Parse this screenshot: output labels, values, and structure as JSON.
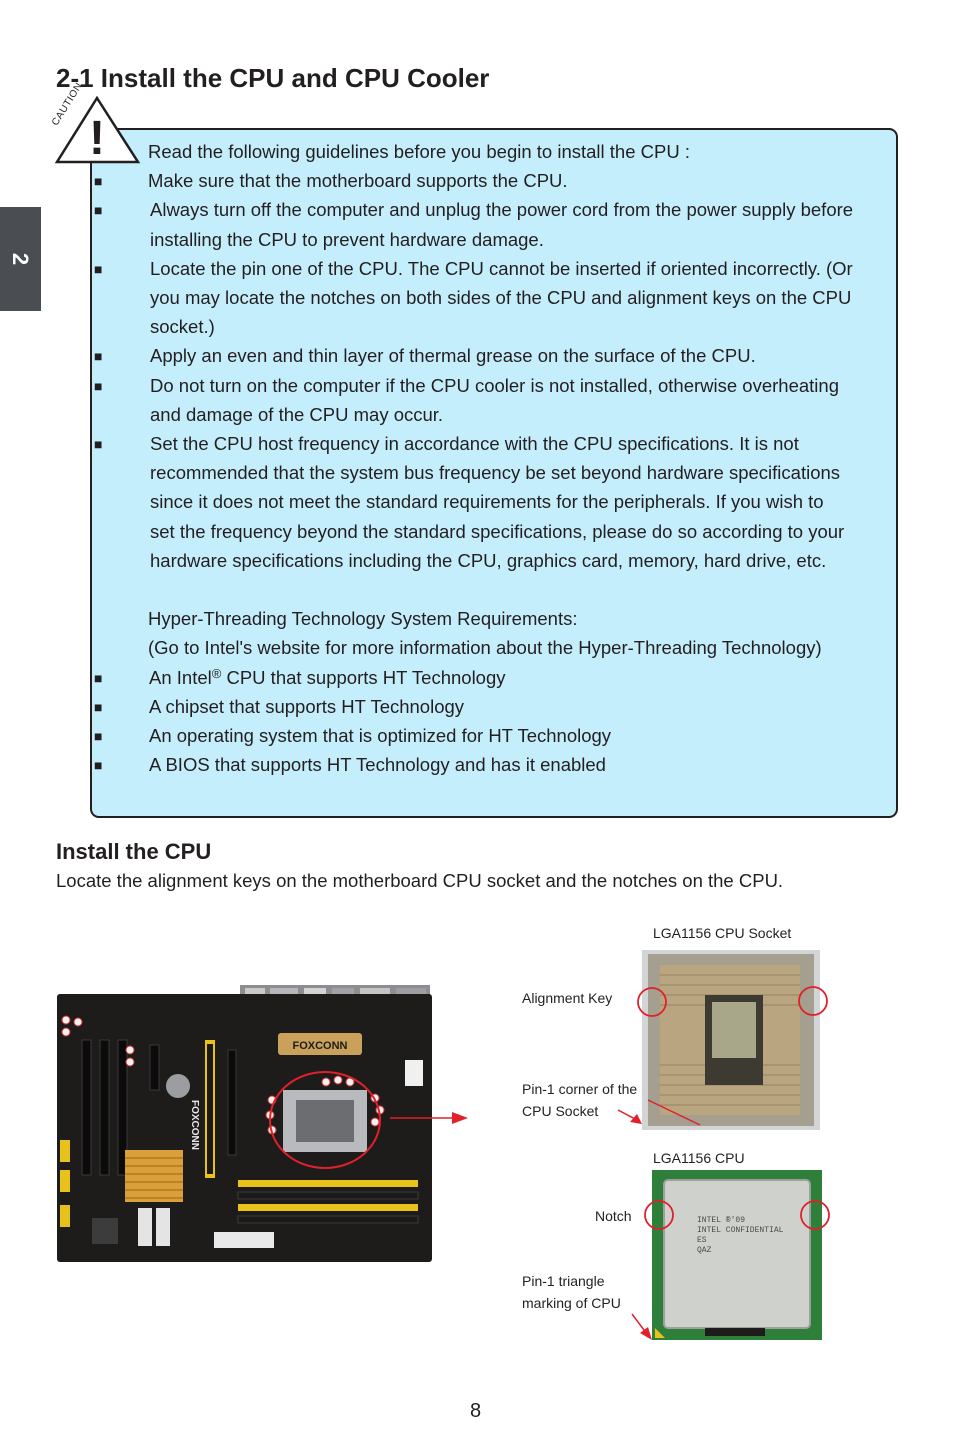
{
  "chapter_tab": "2",
  "title": "2-1 Install the CPU and CPU Cooler",
  "caution": {
    "icon_word": "CAUTION",
    "intro": "Read the following guidelines before you begin to install the CPU :",
    "bullet_mark": "■",
    "guidelines": [
      {
        "lines": [
          "Make sure that the motherboard supports the CPU."
        ]
      },
      {
        "lines": [
          "Always turn off the computer and unplug the power cord from the power supply before",
          "installing the CPU to prevent hardware damage."
        ]
      },
      {
        "lines": [
          "Locate the pin one of the CPU. The CPU cannot be inserted if oriented incorrectly. (Or",
          "you may locate the notches on both sides of the CPU and alignment keys on the CPU",
          "socket.)"
        ]
      },
      {
        "lines": [
          "Apply an even and thin layer of thermal grease on the surface of the CPU."
        ]
      },
      {
        "lines": [
          "Do not turn on the computer if the CPU cooler is not installed, otherwise overheating",
          "and damage of the CPU may occur."
        ]
      },
      {
        "lines": [
          "Set the CPU host frequency in accordance with the CPU specifications. It is not",
          "recommended that the system bus frequency be set beyond hardware specifications",
          "since it does not meet the standard requirements for the peripherals. If you wish to",
          "set the frequency beyond the standard specifications, please do so according to your",
          "hardware specifications including the CPU, graphics card, memory, hard drive, etc."
        ]
      }
    ],
    "ht_heading": "Hyper-Threading Technology System Requirements:",
    "ht_note": "(Go to Intel's website for more information about the Hyper-Threading Technology)",
    "ht_items": [
      {
        "pre": "An Intel",
        "sup": "®",
        "post": " CPU that supports HT Technology"
      },
      {
        "pre": "A chipset that supports HT Technology",
        "sup": "",
        "post": ""
      },
      {
        "pre": "An operating system that is optimized for HT Technology",
        "sup": "",
        "post": ""
      },
      {
        "pre": "A BIOS that supports HT Technology and has it enabled",
        "sup": "",
        "post": ""
      }
    ]
  },
  "install": {
    "heading": "Install the CPU",
    "text": "Locate the alignment keys on the motherboard CPU socket and the notches on the CPU."
  },
  "figure": {
    "board_brand": "FOXCONN",
    "socket_label": "LGA1156 CPU Socket",
    "alignment_key": "Alignment Key",
    "pin1_corner_1": "Pin-1 corner of the",
    "pin1_corner_2": "CPU Socket",
    "cpu_label": "LGA1156 CPU",
    "notch": "Notch",
    "pin1_triangle_1": "Pin-1 triangle",
    "pin1_triangle_2": "marking of CPU",
    "cpu_print": [
      "INTEL ®'09",
      "INTEL CONFIDENTIAL",
      "ES",
      "QAZ"
    ]
  },
  "page_number": "8",
  "colors": {
    "caution_fill": "#c5eefc",
    "caution_border": "#231f20",
    "tab_bg": "#4a4d52",
    "highlight_red": "#e0202a",
    "board_dark": "#1d1c1a",
    "slot_yellow": "#e8c21a"
  }
}
